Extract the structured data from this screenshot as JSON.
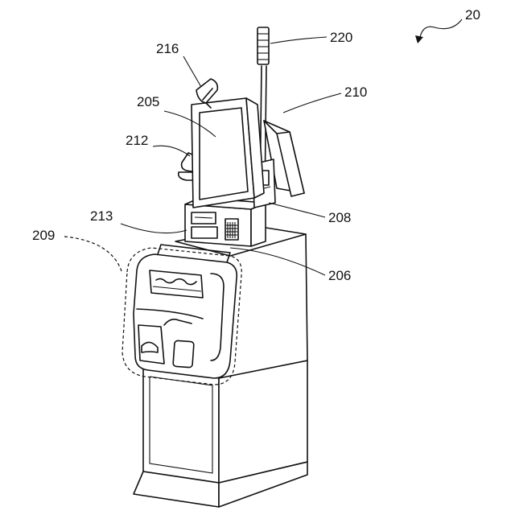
{
  "figure": {
    "labels": {
      "kiosk": "20",
      "screen": "205",
      "printer": "206",
      "scanner": "208",
      "side_unit": "210",
      "scale": "212",
      "shelf": "213",
      "dashed_region": "209",
      "camera": "216",
      "light_pole": "220"
    }
  }
}
